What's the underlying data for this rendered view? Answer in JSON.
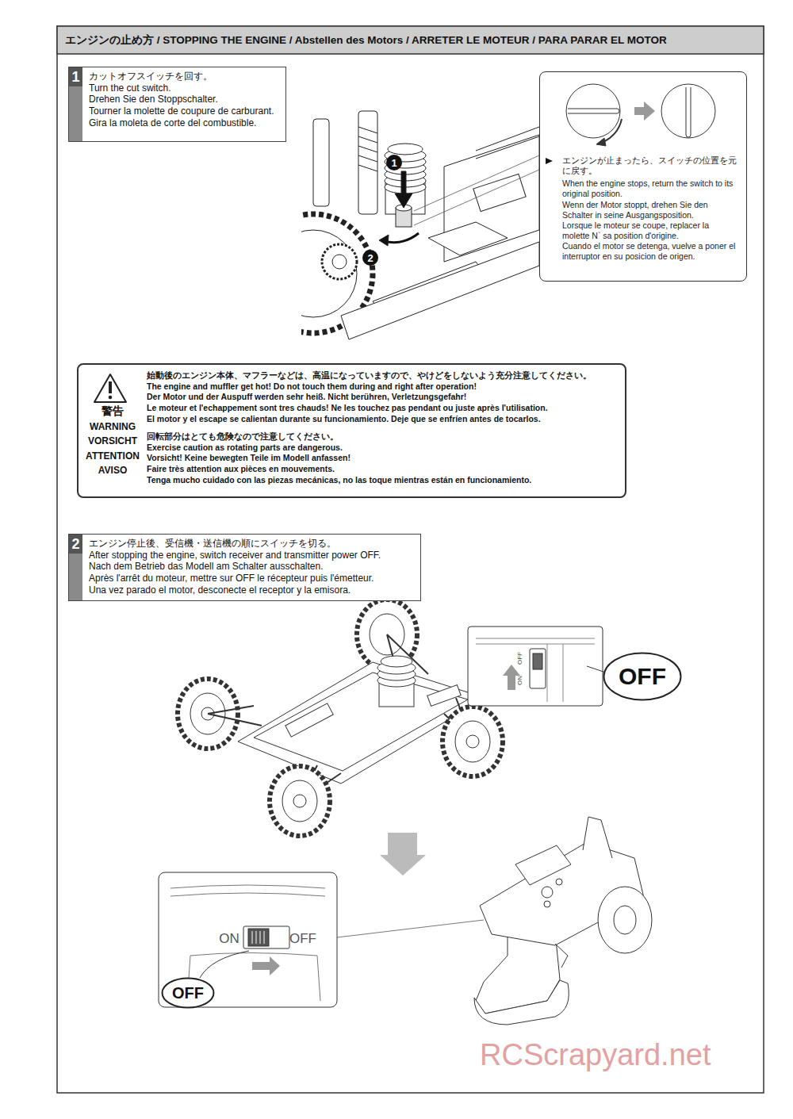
{
  "diagram": {
    "title": "エンジンの止め方 / STOPPING THE ENGINE / Abstellen des Motors / ARRETER LE MOTEUR / PARA PARAR EL MOTOR",
    "nodes": [
      {
        "text": [
          "1",
          "カットオフスイッチを回す。",
          "Turn the cut switch.",
          "Drehen Sie den Stoppschalter.",
          "Tourner la molette de coupure de carburant.",
          "Gira la moleta de corte del combustible."
        ]
      },
      {
        "text": [
          "エンジンが止まったら、スイッチの位置を元に戻す。",
          "When the engine stops, return the switch to its original position.",
          "Wenn der Motor stoppt, drehen Sie den Schalter in seine Ausgangsposition.",
          "Lorsque le moteur se coupe, replacer la molette N` sa position d'origine.",
          "Cuando el motor se detenga, vuelve a poner el interruptor en su posicion de origen."
        ]
      },
      {
        "text": [
          "警告",
          "WARNING",
          "VORSICHT",
          "ATTENTION",
          "AVISO",
          "始動後のエンジン本体、マフラーなどは、高温になっていますので、やけどをしないよう充分注意してください。",
          "The engine and muffler get hot! Do not touch them during and right after operation!",
          "Der Motor und der Auspuff werden sehr heiß. Nicht berühren, Verletzungsgefahr!",
          "Le moteur et l'echappement sont tres chauds! Ne les touchez pas pendant ou juste après l'utilisation.",
          "El motor y el escape se calientan durante su funcionamiento. Deje que se enfríen antes de tocarlos.",
          "回転部分はとても危険なので注意してください。",
          "Exercise caution as rotating parts are dangerous.",
          "Vorsicht! Keine bewegten Teile im Modell anfassen!",
          "Faire très attention aux pièces en mouvements.",
          "Tenga mucho cuidado con las piezas mecánicas, no las toque mientras están en funcionamiento."
        ]
      },
      {
        "text": [
          "2",
          "エンジン停止後、受信機・送信機の順にスイッチを切る。",
          "After stopping the engine, switch receiver and transmitter power OFF.",
          "Nach dem Betrieb das Modell am Schalter ausschalten.",
          "Après l'arrêt du moteur, mettre sur OFF le récepteur puis l'émetteur.",
          "Una vez parado el motor, desconecte el receptor y la emisora."
        ]
      },
      {
        "text": [
          "OFF"
        ]
      },
      {
        "text": [
          "OFF"
        ]
      }
    ],
    "labels": [
      "1",
      "2",
      "OFF",
      "ON",
      "ON",
      "OFF",
      "RCScrapyard.net"
    ]
  }
}
